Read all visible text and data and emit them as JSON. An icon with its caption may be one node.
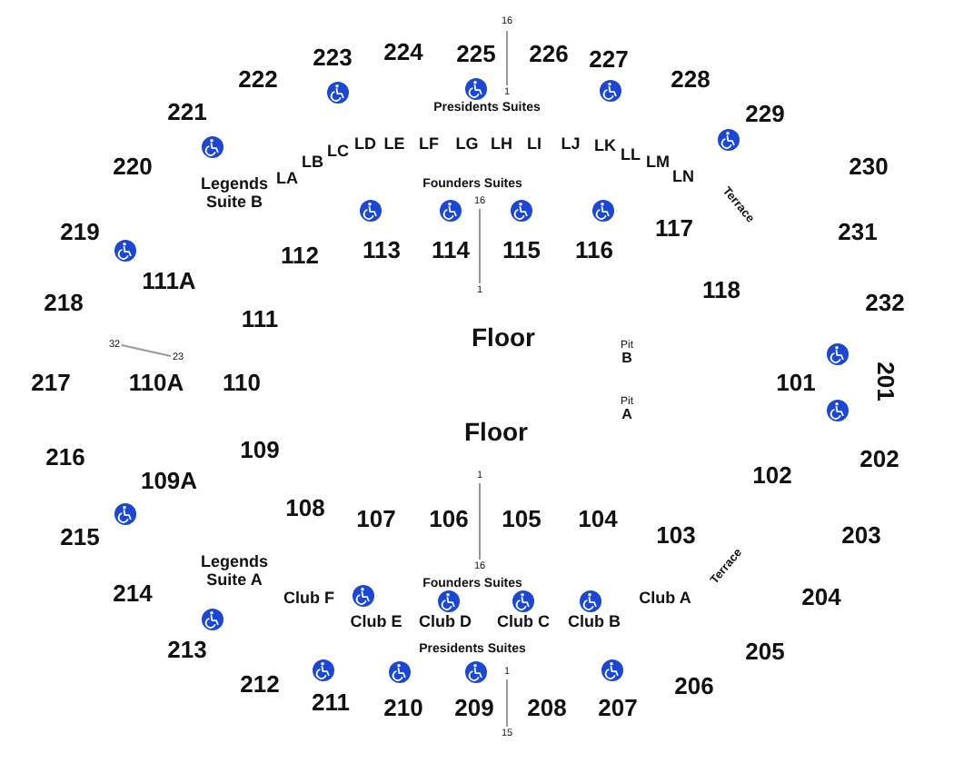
{
  "diagram": {
    "labels": [
      "16",
      "223",
      "224",
      "225",
      "226",
      "227",
      "222",
      "228",
      "1",
      "221",
      "229",
      "Presidents Suites",
      "LD",
      "LE",
      "LF",
      "LG",
      "LH",
      "LI",
      "LJ",
      "LK",
      "LC",
      "LB",
      "LA",
      "LL",
      "LM",
      "LN",
      "220",
      "230",
      "Legends Suite B",
      "Founders Suites",
      "16",
      "Terrace",
      "219",
      "117",
      "231",
      "112",
      "113",
      "114",
      "115",
      "116",
      "111A",
      "218",
      "118",
      "232",
      "111",
      "1",
      "Floor",
      "32",
      "23",
      "Pit",
      "B",
      "101",
      "201",
      "217",
      "110A",
      "110",
      "Pit",
      "A",
      "Floor",
      "216",
      "109",
      "102",
      "202",
      "109A",
      "108",
      "107",
      "106",
      "105",
      "104",
      "215",
      "103",
      "203",
      "Terrace",
      "1",
      "Legends Suite A",
      "16",
      "214",
      "Club F",
      "Founders Suites",
      "Club A",
      "204",
      "Club E",
      "Club D",
      "Club C",
      "Club B",
      "213",
      "Presidents Suites",
      "205",
      "212",
      "206",
      "211",
      "210",
      "209",
      "208",
      "207",
      "1",
      "15"
    ]
  }
}
